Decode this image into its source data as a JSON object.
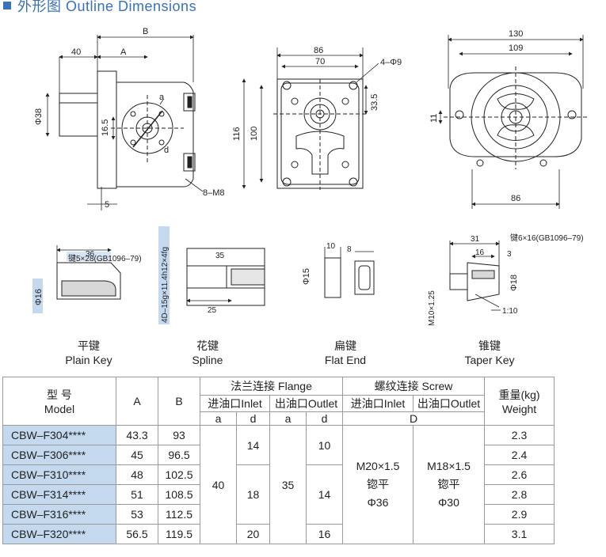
{
  "section_title": "外形图 Outline Dimensions",
  "dims": {
    "side": {
      "B": "B",
      "A": "A",
      "d40": "40",
      "d38": "Φ38",
      "d16_5": "16.5",
      "a": "a",
      "d": "d",
      "m8": "8–M8",
      "d5": "5"
    },
    "front": {
      "d86": "86",
      "d70": "70",
      "phi9": "4–Φ9",
      "d33_5": "33.5",
      "d116": "116",
      "d100": "100"
    },
    "rear": {
      "d130": "130",
      "d109": "109",
      "d11": "11",
      "d86b": "86"
    },
    "plain": {
      "d36": "36",
      "key": "键5×28(GB1096–79)",
      "phi16": "Φ16"
    },
    "spline": {
      "d35": "35",
      "d25": "25",
      "spec": "4D–15g×11.4h12×4fg"
    },
    "flat": {
      "d10": "10",
      "d8": "8",
      "phi15": "Φ15"
    },
    "taper": {
      "d31": "31",
      "d16": "16",
      "d3": "3",
      "key": "键6×16(GB1096–79)",
      "m10": "M10×1.25",
      "phi18": "Φ18",
      "ratio": "1:10"
    }
  },
  "captions": [
    {
      "zh": "平键",
      "en": "Plain Key"
    },
    {
      "zh": "花键",
      "en": "Spline"
    },
    {
      "zh": "扁键",
      "en": "Flat End"
    },
    {
      "zh": "锥键",
      "en": "Taper Key"
    }
  ],
  "table": {
    "h_model_zh": "型 号",
    "h_model_en": "Model",
    "h_A": "A",
    "h_B": "B",
    "h_flange": "法兰连接 Flange",
    "h_screw": "螺纹连接 Screw",
    "h_weight_zh": "重量(kg)",
    "h_weight_en": "Weight",
    "h_inlet": "进油口Inlet",
    "h_outlet": "出油口Outlet",
    "h_a": "a",
    "h_d": "d",
    "h_D": "D",
    "flange_inlet_a": "40",
    "flange_outlet_a": "35",
    "screw_inlet_1": "M20×1.5",
    "screw_inlet_2": "锪平",
    "screw_inlet_3": "Φ36",
    "screw_outlet_1": "M18×1.5",
    "screw_outlet_2": "锪平",
    "screw_outlet_3": "Φ30",
    "inlet_d_groups": [
      "14",
      "18",
      "20"
    ],
    "outlet_d_groups": [
      "10",
      "14",
      "16"
    ],
    "rows": [
      {
        "model": "CBW–F304****",
        "A": "43.3",
        "B": "93",
        "weight": "2.3"
      },
      {
        "model": "CBW–F306****",
        "A": "45",
        "B": "96.5",
        "weight": "2.4"
      },
      {
        "model": "CBW–F310****",
        "A": "48",
        "B": "102.5",
        "weight": "2.6"
      },
      {
        "model": "CBW–F314****",
        "A": "51",
        "B": "108.5",
        "weight": "2.8"
      },
      {
        "model": "CBW–F316****",
        "A": "53",
        "B": "112.5",
        "weight": "2.9"
      },
      {
        "model": "CBW–F320****",
        "A": "56.5",
        "B": "119.5",
        "weight": "3.1"
      }
    ]
  }
}
